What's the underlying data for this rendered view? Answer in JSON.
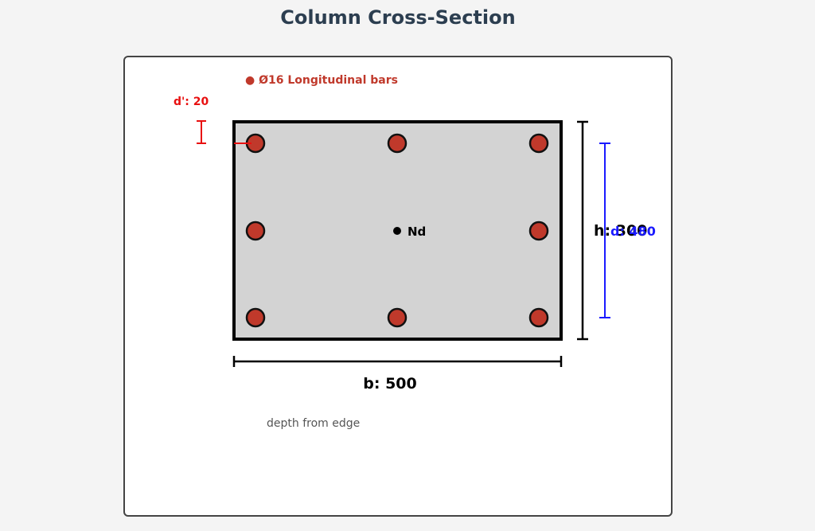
{
  "page": {
    "title": "Column Cross-Section"
  },
  "legend": {
    "label": "● Ø16 Longitudinal bars"
  },
  "dimensions": {
    "cover": "d': 20",
    "width": "b: 500",
    "height": "h: 300",
    "effective_depth": "d: 480",
    "note": "depth from edge"
  },
  "load": {
    "label": "Nd"
  },
  "colors": {
    "concrete": "#d3d3d3",
    "rebar": "#c0392b",
    "cover_dim": "#e81010",
    "effective_depth_dim": "#1a1aff",
    "title": "#2c3e50"
  }
}
